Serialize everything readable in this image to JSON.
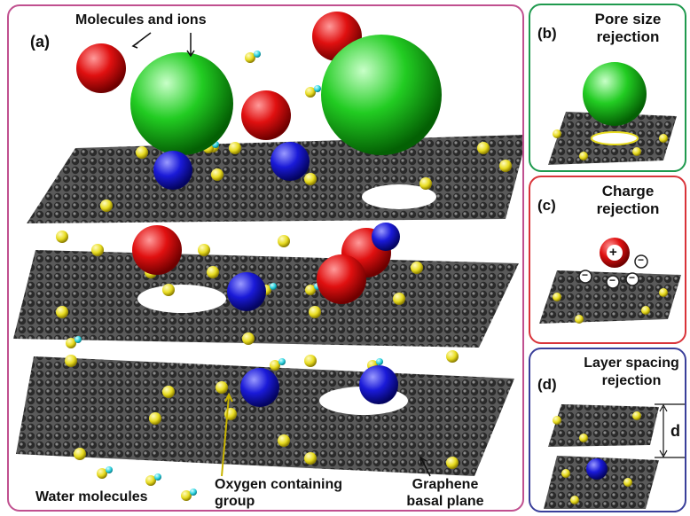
{
  "panel_a": {
    "label": "(a)",
    "annotations": {
      "molecules_ions": "Molecules and ions",
      "water": "Water molecules",
      "oxygen": "Oxygen containing group",
      "graphene": "Graphene basal plane"
    }
  },
  "panel_b": {
    "label": "(b)",
    "title": "Pore size rejection"
  },
  "panel_c": {
    "label": "(c)",
    "title": "Charge rejection",
    "cation_symbol": "+",
    "anion_symbol": "−"
  },
  "panel_d": {
    "label": "(d)",
    "title": "Layer spacing rejection",
    "spacing_symbol": "d"
  },
  "colors": {
    "panel_a_border": "#c0508f",
    "panel_b_border": "#1f9a4e",
    "panel_c_border": "#d9343a",
    "panel_d_border": "#3a3f9a",
    "graphene": "#3a3a3a",
    "oxygen_group": "#e8dc20",
    "water_h": "#2ed3e0",
    "cation_red": "#e01010",
    "ion_green": "#22cc22",
    "ion_blue": "#1a1ad8"
  }
}
